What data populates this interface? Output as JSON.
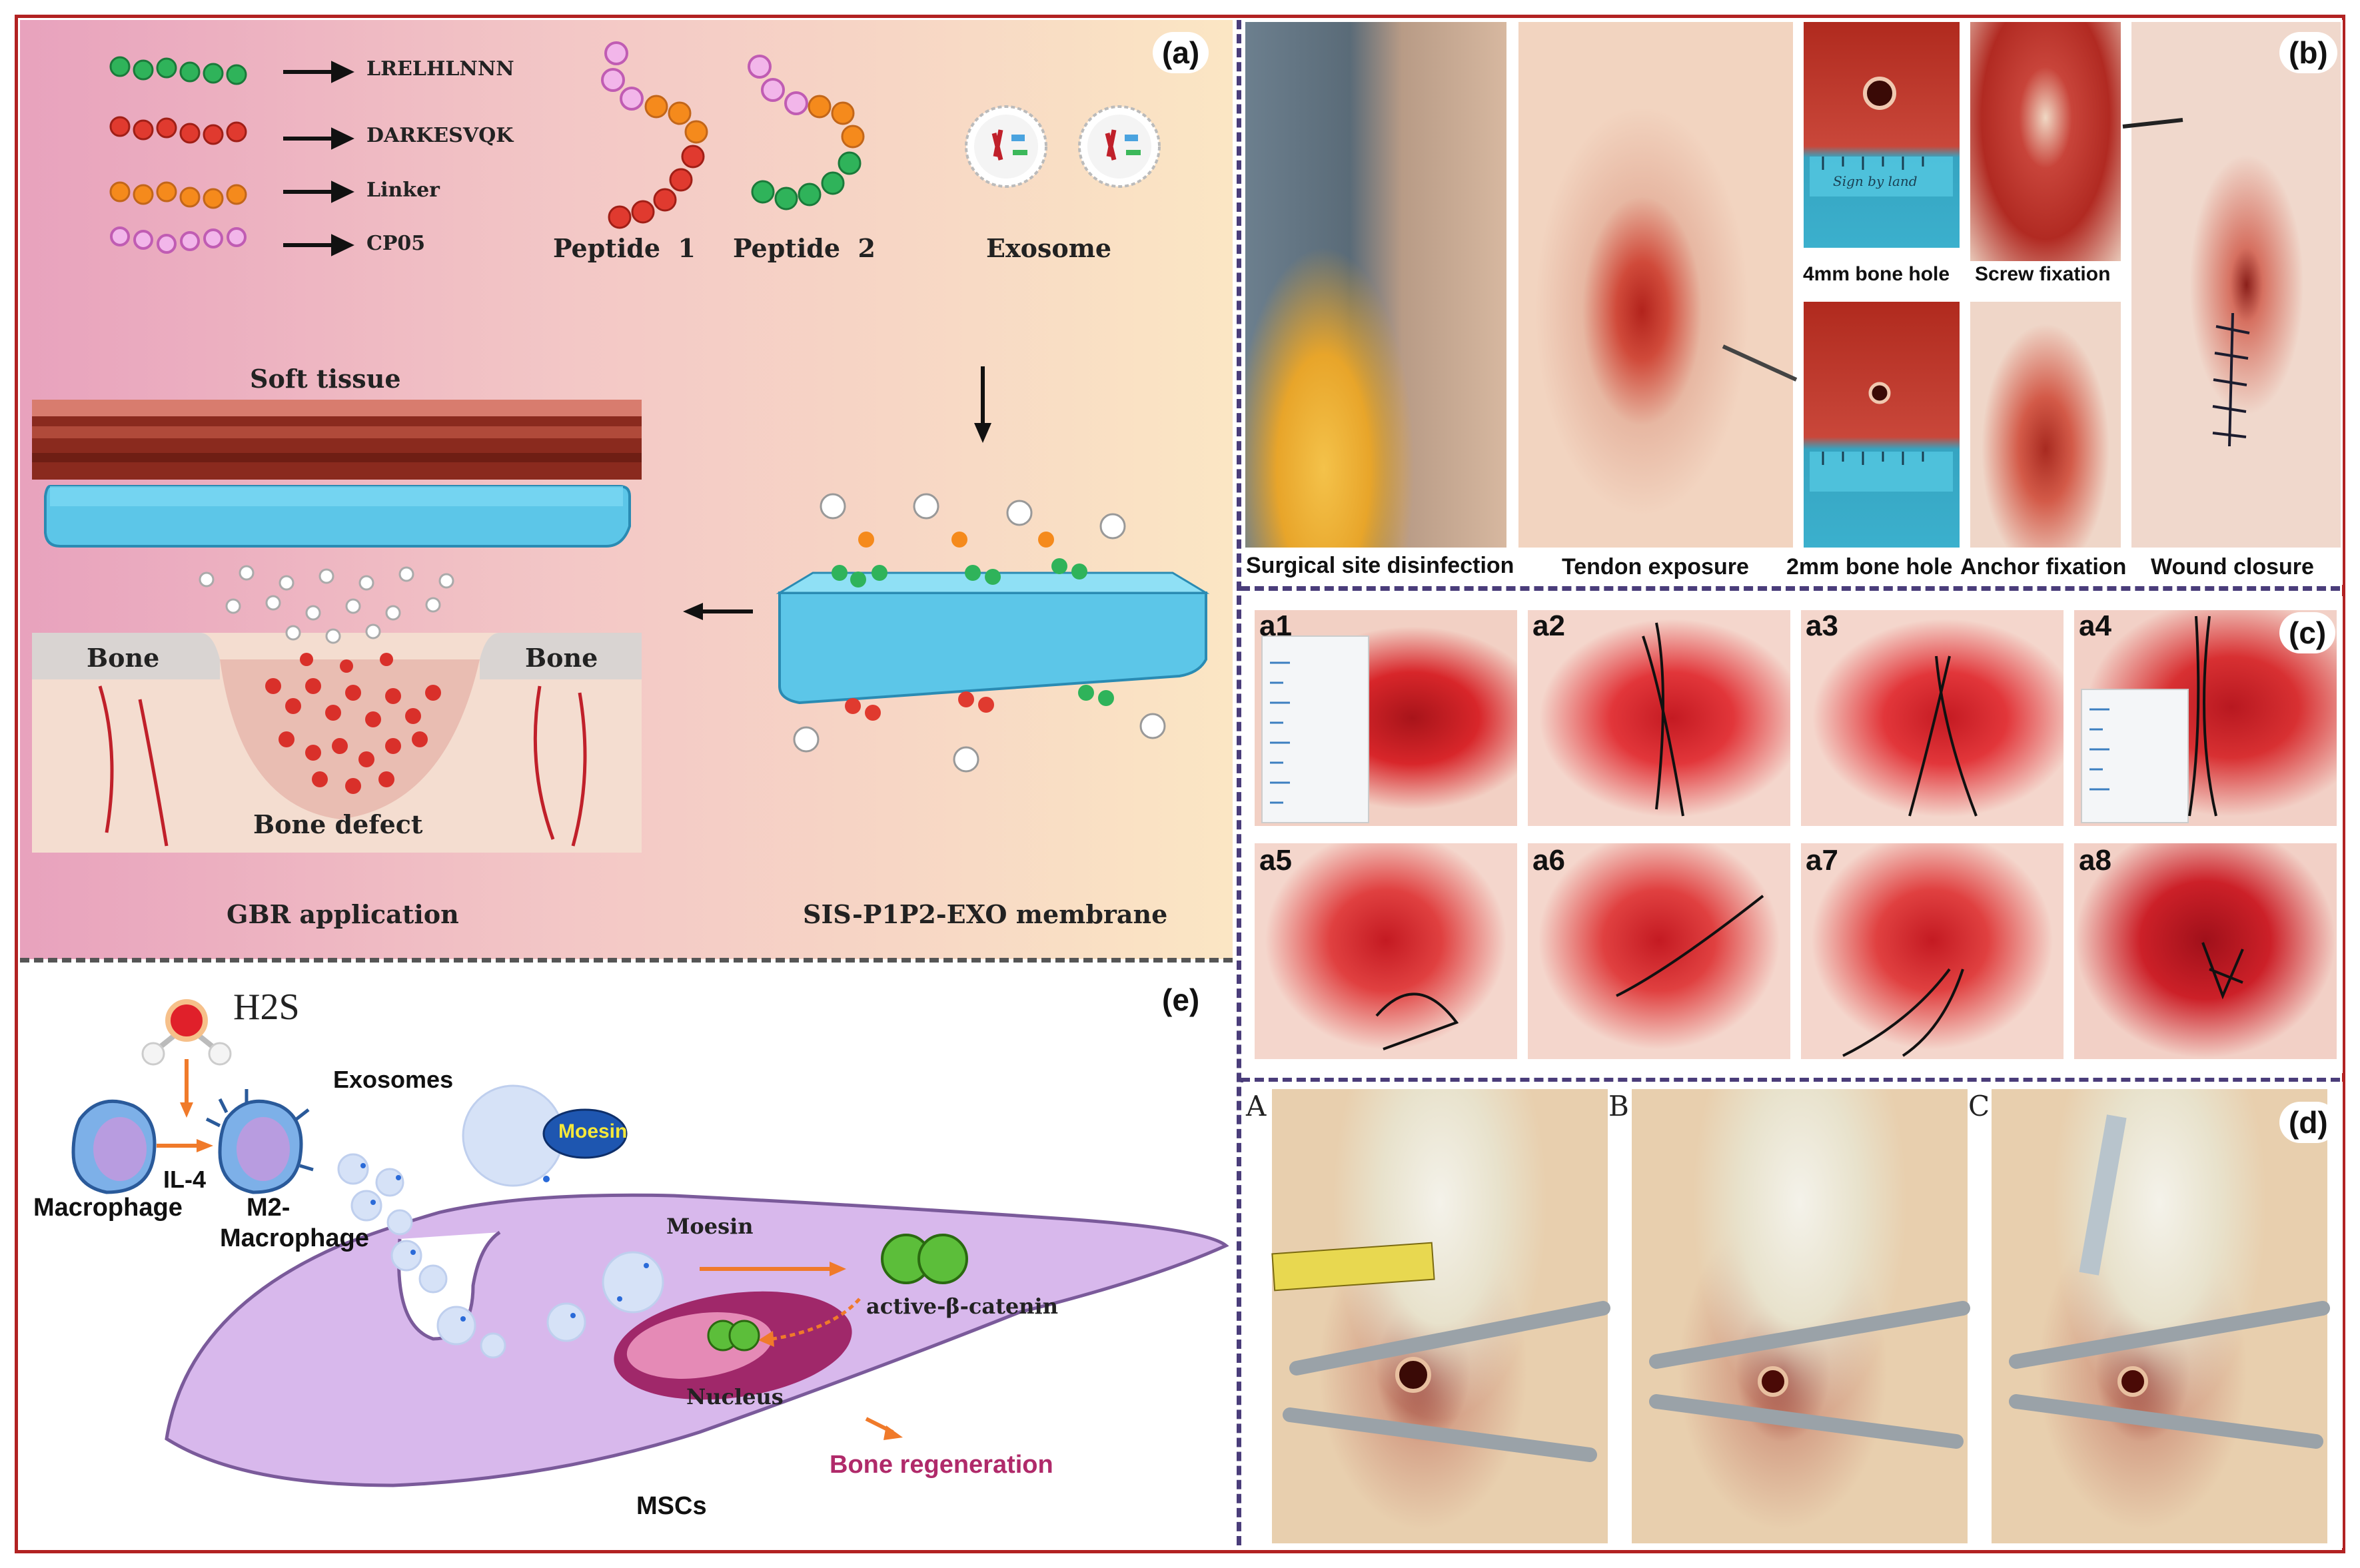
{
  "panels": {
    "a": {
      "label": "(a)",
      "legend": [
        {
          "name": "LRELHLNNN",
          "color": "#2fb35a"
        },
        {
          "name": "DARKESVQK",
          "color": "#e03a2f"
        },
        {
          "name": "Linker",
          "color": "#f58a1c"
        },
        {
          "name": "CP05",
          "color": "#d676c9"
        }
      ],
      "peptide1": "Peptide  1",
      "peptide2": "Peptide  2",
      "exosome": "Exosome",
      "soft_tissue": "Soft tissue",
      "bone_left": "Bone",
      "bone_right": "Bone",
      "bone_defect": "Bone defect",
      "gbr": "GBR application",
      "membrane": "SIS-P1P2-EXO membrane"
    },
    "b": {
      "label": "(b)",
      "captions": [
        "Surgical site disinfection",
        "Tendon exposure",
        "4mm bone hole",
        "Screw fixation",
        "2mm bone hole",
        "Anchor fixation",
        "Wound closure"
      ],
      "ruler_text": "Sign by land"
    },
    "c": {
      "label": "(c)",
      "subs": [
        "a1",
        "a2",
        "a3",
        "a4",
        "a5",
        "a6",
        "a7",
        "a8"
      ]
    },
    "d": {
      "label": "(d)",
      "subs": [
        "A",
        "B",
        "C"
      ]
    },
    "e": {
      "label": "(e)",
      "h2s": "H2S",
      "il4": "IL-4",
      "exosomes": "Exosomes",
      "moesin_badge": "Moesin",
      "macrophage": "Macrophage",
      "m2_line1": "M2-",
      "m2_line2": "Macrophage",
      "moesin": "Moesin",
      "catenin": "active-β-catenin",
      "nucleus": "Nucleus",
      "bone_regen": "Bone regeneration",
      "mscs": "MSCs"
    }
  }
}
